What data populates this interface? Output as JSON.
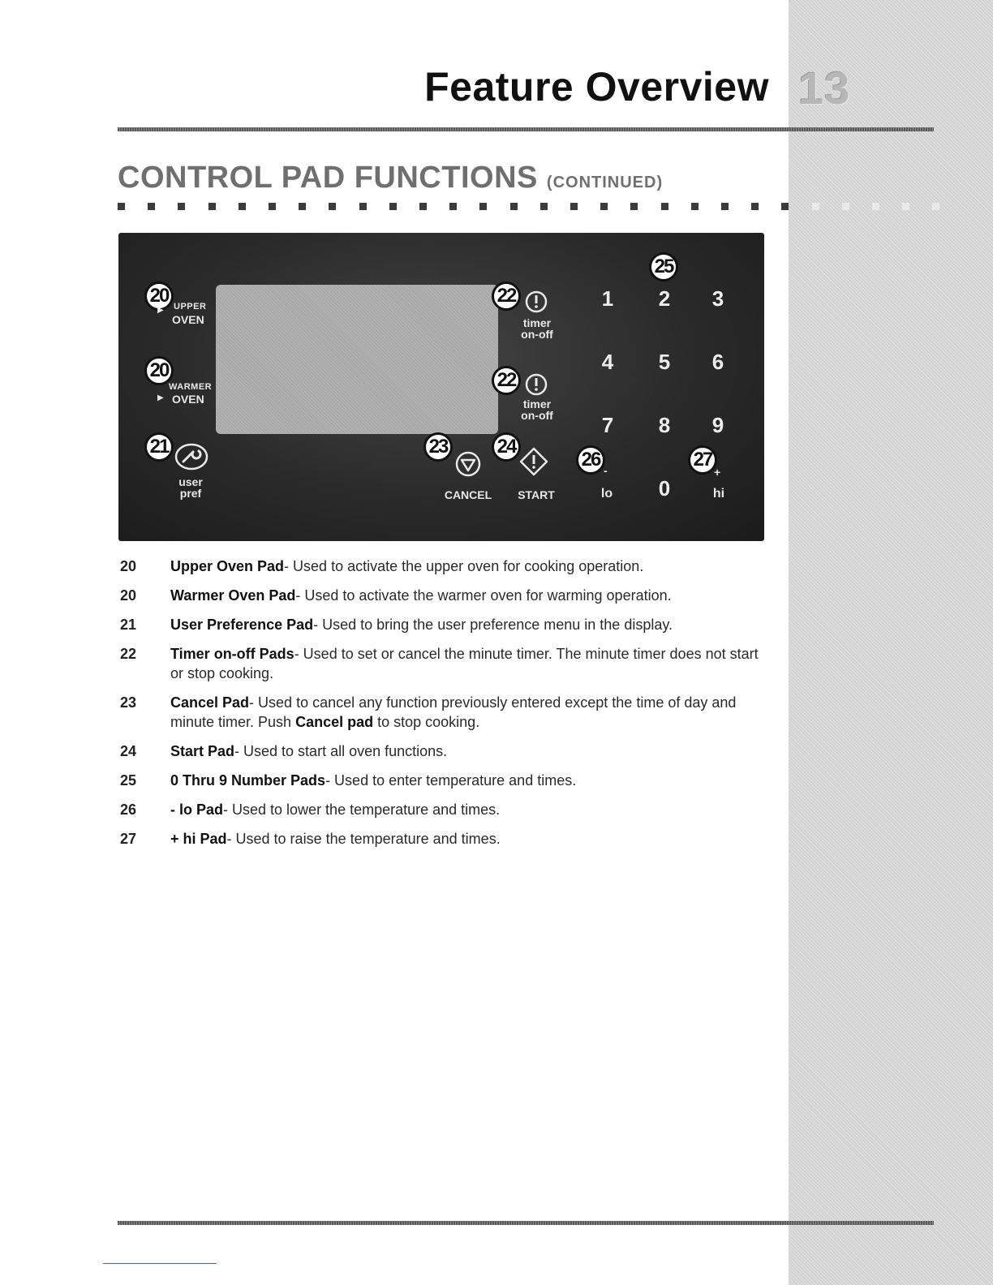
{
  "header": {
    "title": "Feature Overview",
    "page_number": "13"
  },
  "section": {
    "title": "CONTROL PAD FUNCTIONS",
    "continued": "(CONTINUED)"
  },
  "panel": {
    "upper_oven": {
      "callout": "20",
      "line1": "UPPER",
      "line2": "OVEN"
    },
    "warmer_oven": {
      "callout": "20",
      "line1": "WARMER",
      "line2": "OVEN"
    },
    "user_pref": {
      "callout": "21",
      "line1": "user",
      "line2": "pref"
    },
    "timer_1": {
      "callout": "22",
      "line1": "timer",
      "line2": "on-off"
    },
    "timer_2": {
      "callout": "22",
      "line1": "timer",
      "line2": "on-off"
    },
    "cancel": {
      "callout": "23",
      "label": "CANCEL"
    },
    "start": {
      "callout": "24",
      "label": "START"
    },
    "number_pads_callout": "25",
    "lo": {
      "callout": "26",
      "sign": "-",
      "label": "lo"
    },
    "hi": {
      "callout": "27",
      "sign": "+",
      "label": "hi"
    },
    "digits": [
      "1",
      "2",
      "3",
      "4",
      "5",
      "6",
      "7",
      "8",
      "9",
      "0"
    ]
  },
  "items": [
    {
      "num": "20",
      "name": "Upper Oven Pad",
      "desc": "- Used to activate the upper oven for cooking operation."
    },
    {
      "num": "20",
      "name": "Warmer Oven Pad",
      "desc": "- Used to activate the warmer oven for warming operation."
    },
    {
      "num": "21",
      "name": "User Preference Pad",
      "desc": "- Used to bring the user preference menu in the display."
    },
    {
      "num": "22",
      "name": "Timer on-off Pads",
      "desc": "- Used to set or cancel the minute timer. The minute timer does not start or stop cooking."
    },
    {
      "num": "23",
      "name": "Cancel Pad",
      "desc": "- Used to cancel any function previously entered except the time of day and minute timer. Push ",
      "bold2": "Cancel pad",
      "desc2": " to stop cooking."
    },
    {
      "num": "24",
      "name": "Start Pad",
      "desc": "- Used to start all oven functions."
    },
    {
      "num": "25",
      "name": "0 Thru 9 Number Pads",
      "desc": "- Used to enter temperature and times."
    },
    {
      "num": "26",
      "name": "- lo Pad",
      "desc": "- Used to lower the temperature and times."
    },
    {
      "num": "27",
      "name": "+ hi Pad",
      "desc": "- Used to raise the temperature and times."
    }
  ]
}
